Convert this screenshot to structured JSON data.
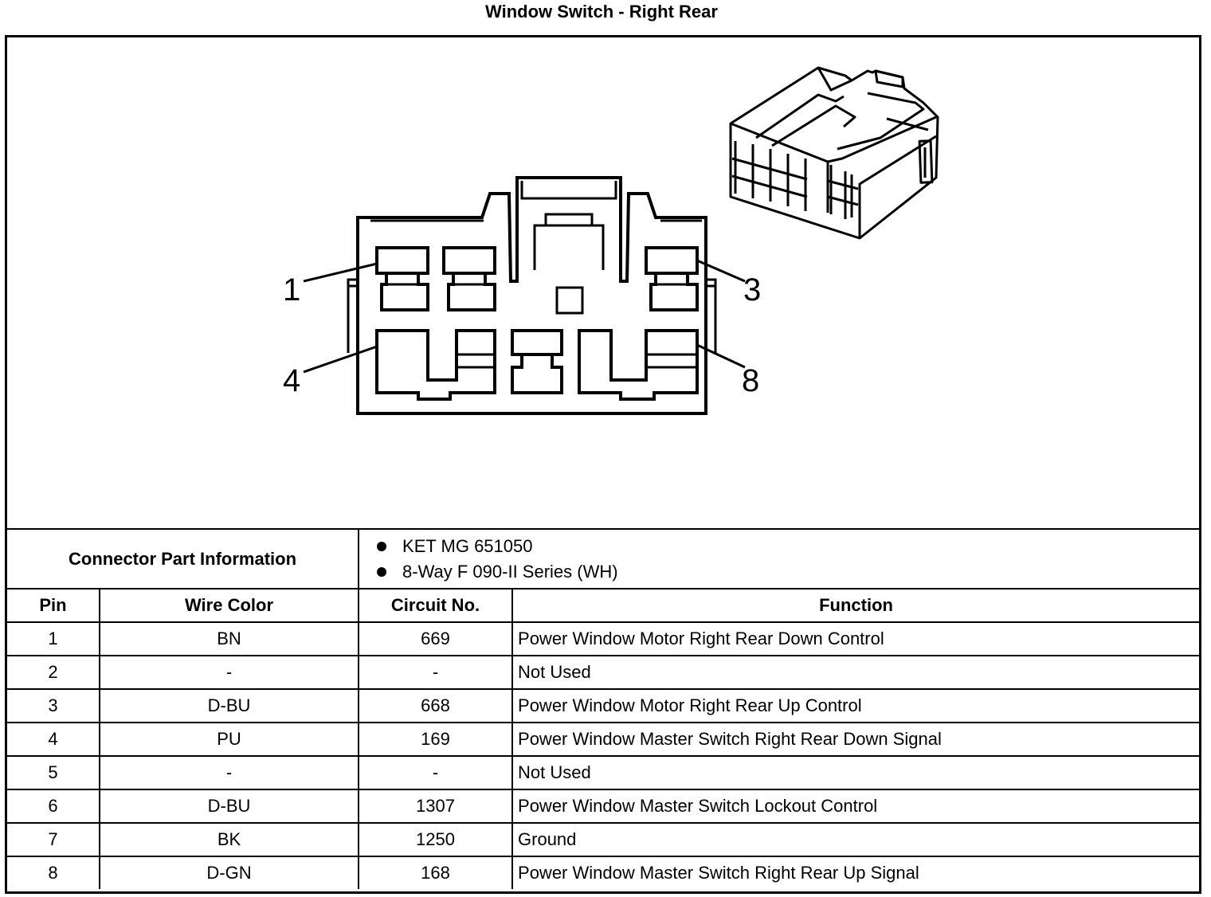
{
  "title": "Window Switch - Right Rear",
  "callouts": {
    "pin1": "1",
    "pin3": "3",
    "pin4": "4",
    "pin8": "8"
  },
  "connector_info": {
    "label": "Connector Part Information",
    "items": [
      "KET MG 651050",
      "8-Way F 090-II Series (WH)"
    ]
  },
  "table": {
    "headers": {
      "pin": "Pin",
      "wire_color": "Wire Color",
      "circuit": "Circuit No.",
      "function": "Function"
    },
    "rows": [
      {
        "pin": "1",
        "wire_color": "BN",
        "circuit": "669",
        "function": "Power Window Motor Right Rear Down Control"
      },
      {
        "pin": "2",
        "wire_color": "-",
        "circuit": "-",
        "function": "Not Used"
      },
      {
        "pin": "3",
        "wire_color": "D-BU",
        "circuit": "668",
        "function": "Power Window Motor Right Rear Up Control"
      },
      {
        "pin": "4",
        "wire_color": "PU",
        "circuit": "169",
        "function": "Power Window Master Switch Right Rear Down Signal"
      },
      {
        "pin": "5",
        "wire_color": "-",
        "circuit": "-",
        "function": "Not Used"
      },
      {
        "pin": "6",
        "wire_color": "D-BU",
        "circuit": "1307",
        "function": "Power Window Master Switch Lockout Control"
      },
      {
        "pin": "7",
        "wire_color": "BK",
        "circuit": "1250",
        "function": "Ground"
      },
      {
        "pin": "8",
        "wire_color": "D-GN",
        "circuit": "168",
        "function": "Power Window Master Switch Right Rear Up Signal"
      }
    ]
  }
}
